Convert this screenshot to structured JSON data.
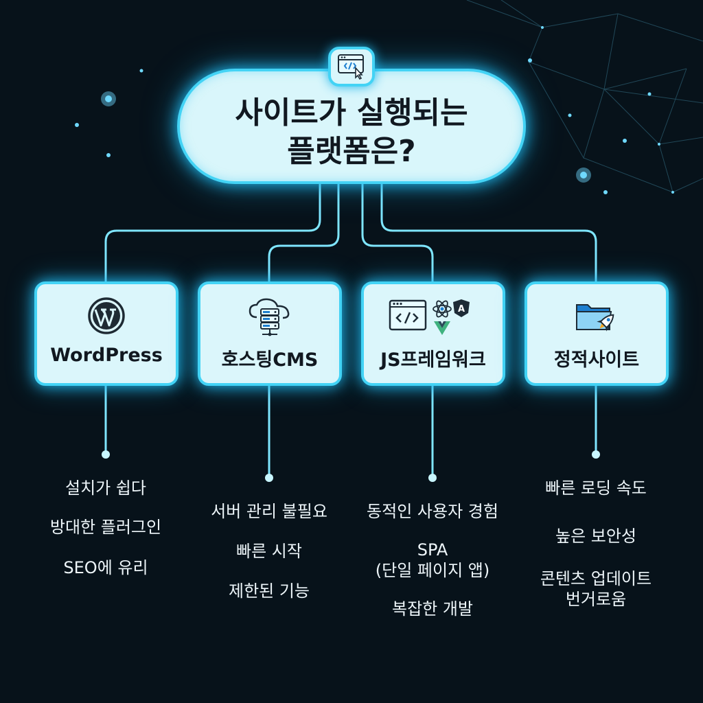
{
  "root": {
    "title": "사이트가 실행되는\n플랫폼은?",
    "icon": "code-window-pointer-icon"
  },
  "platforms": [
    {
      "label": "WordPress",
      "icon": "wordpress-icon",
      "features": [
        "설치가 쉽다",
        "방대한 플러그인",
        "SEO에 유리"
      ]
    },
    {
      "label": "호스팅CMS",
      "icon": "cloud-server-icon",
      "features": [
        "서버 관리 불필요",
        "빠른 시작",
        "제한된 기능"
      ]
    },
    {
      "label": "JS프레임워크",
      "icon": "code-framework-icons",
      "features": [
        "동적인 사용자 경험",
        "SPA\n(단일 페이지 앱)",
        "복잡한 개발"
      ]
    },
    {
      "label": "정적사이트",
      "icon": "folder-rocket-icon",
      "features": [
        "빠른 로딩 속도",
        "높은 보안성",
        "콘텐츠 업데이트\n번거로움"
      ]
    }
  ],
  "colors": {
    "background": "#07121a",
    "box_fill": "#dbf6fb",
    "box_border": "#43d3f5",
    "glow": "#1fb5ea",
    "text_dark": "#111820",
    "text_light": "#eef6fa"
  }
}
